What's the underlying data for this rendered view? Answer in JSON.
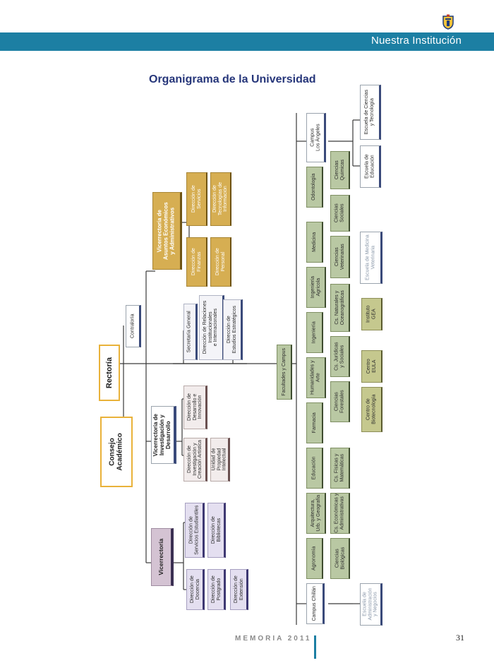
{
  "header": {
    "section_title": "Nuestra Institución"
  },
  "page": {
    "title": "Organigrama de la Universidad"
  },
  "org": {
    "consejo": "Consejo\nAcadémico",
    "rectoria": "Rectoría",
    "contraloria": "Contraloría",
    "vicerrectoria": "Vicerrectoría",
    "vice_investigacion": "Vicerrectoría de\nInvestigación y\nDesarrollo",
    "vice_economicos": "Vicerrectoría de\nAsuntos Económicos\ny Administrativos",
    "dir_docencia": "Dirección de\nDocencia",
    "dir_postgrado": "Dirección de\nPostgrado",
    "dir_extension": "Dirección de\nExtensión",
    "dir_servicios_estudiantiles": "Dirección de\nServicios Estudiantiles",
    "dir_bibliotecas": "Dirección de\nBibliotecas",
    "dir_investigacion": "Dirección de\nInvestigación y\nCreación Artística",
    "unidad_propiedad": "Unidad de\nPropiedad\nIntelectual",
    "dir_desarrollo": "Dirección de\nDesarrollo e\nInnovación",
    "secretaria": "Secretaría General",
    "dir_relaciones": "Dirección de Relaciones\nInstitucionales\ne Internacionales",
    "dir_estudios": "Dirección de\nEstudios Estratégicos",
    "dir_finanzas": "Dirección de\nFinanzas",
    "dir_personal": "Dirección de\nPersonal",
    "dir_servicios": "Dirección de\nServicios",
    "dir_tecnologias": "Dirección de\nTecnologías de\nInformación",
    "facultades_campus": "Facultades y Campus",
    "faculties": [
      "Campus Chillán",
      "Agronomía",
      "Arquitectura,\nUrb. y Geografía",
      "Educación",
      "Farmacia",
      "Humanidades y\nArte",
      "Ingeniería",
      "Ingeniería\nAgrícola",
      "Medicina",
      "Odontología",
      "Campus\nLos Ángeles"
    ],
    "faculties2": [
      "Ciencias\nBiológicas",
      "Cs. Económicas y\nAdministrativas",
      "Cs. Físicas y\nMatemáticas",
      "Ciencias\nForestales",
      "Cs. Jurídicas\ny Sociales",
      "Cs. Naturales y\nOceanográficas",
      "Ciencias\nVeterinarias",
      "Ciencias\nSociales",
      "Ciencias\nQuímicas"
    ],
    "centros": [
      "Centro de\nBiotecnología",
      "Centro\nEULA",
      "Instituto\nGEA"
    ],
    "escuela_medicina_vet": "Escuela de Medicina\nVeterinaria",
    "escuela_administracion": "Escuela de\nAdministración\ny Negocios",
    "escuela_educacion": "Escuela de\nEducación",
    "escuela_ciencias_tec": "Escuela de Ciencias\ny Tecnología"
  },
  "footer": {
    "memoria": "MEMORIA 2011",
    "page_number": "31"
  }
}
